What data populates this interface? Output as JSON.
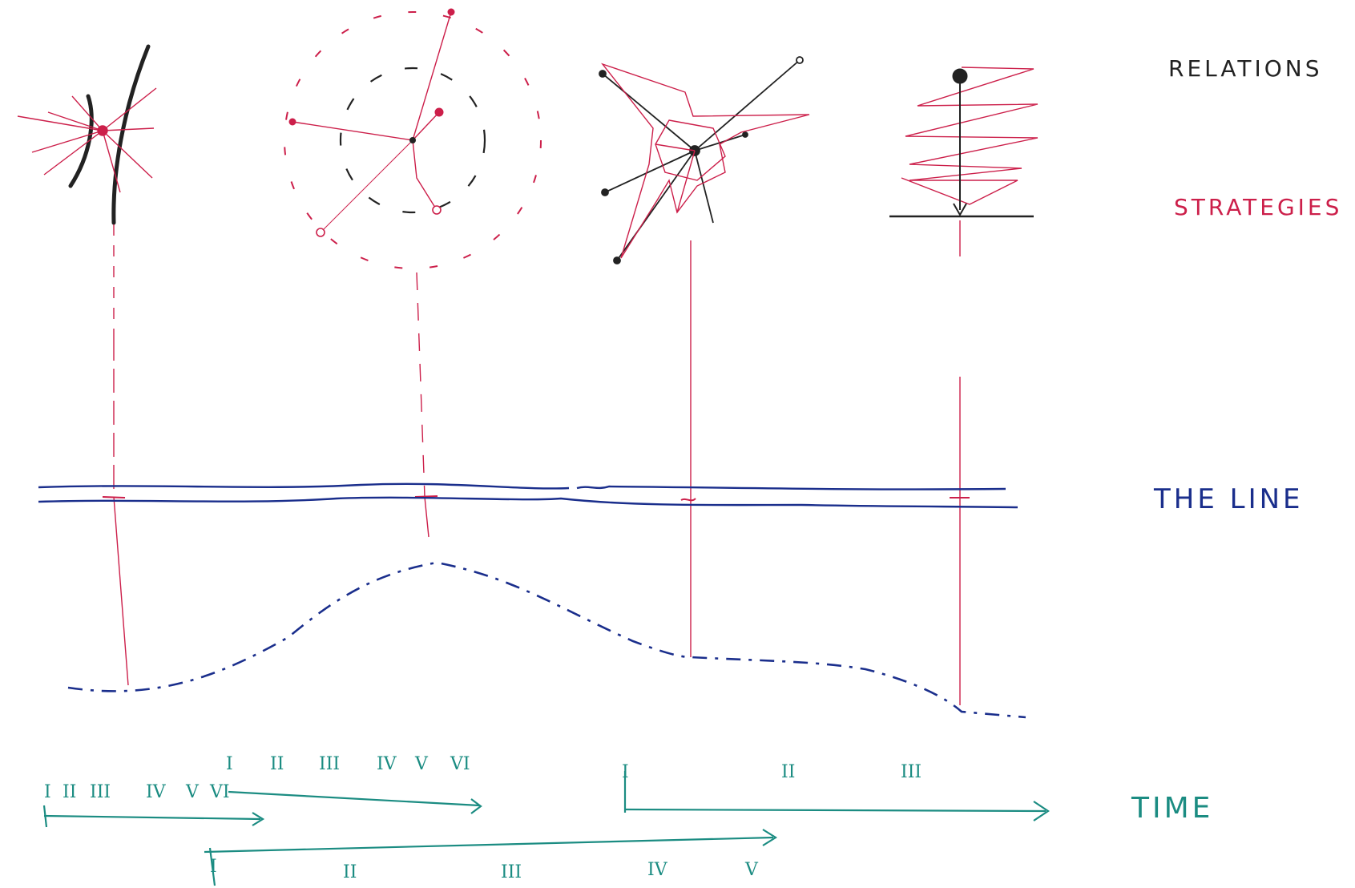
{
  "labels": {
    "relations": "RELATIONS",
    "strategies": "STRATEGIES",
    "the_line": "THE LINE",
    "time": "TIME"
  },
  "time_rows": {
    "row_a": [
      "I",
      "II",
      "III",
      "IV",
      "V",
      "VI"
    ],
    "row_b": [
      "I",
      "II",
      "III",
      "IV",
      "V",
      "VI"
    ],
    "row_c": [
      "I",
      "II",
      "III"
    ],
    "row_d": [
      "I",
      "II",
      "III",
      "IV",
      "V"
    ]
  },
  "colors": {
    "relations": "#222222",
    "strategies": "#cc1f4a",
    "the_line": "#1a2e8c",
    "time": "#1b8c82"
  }
}
